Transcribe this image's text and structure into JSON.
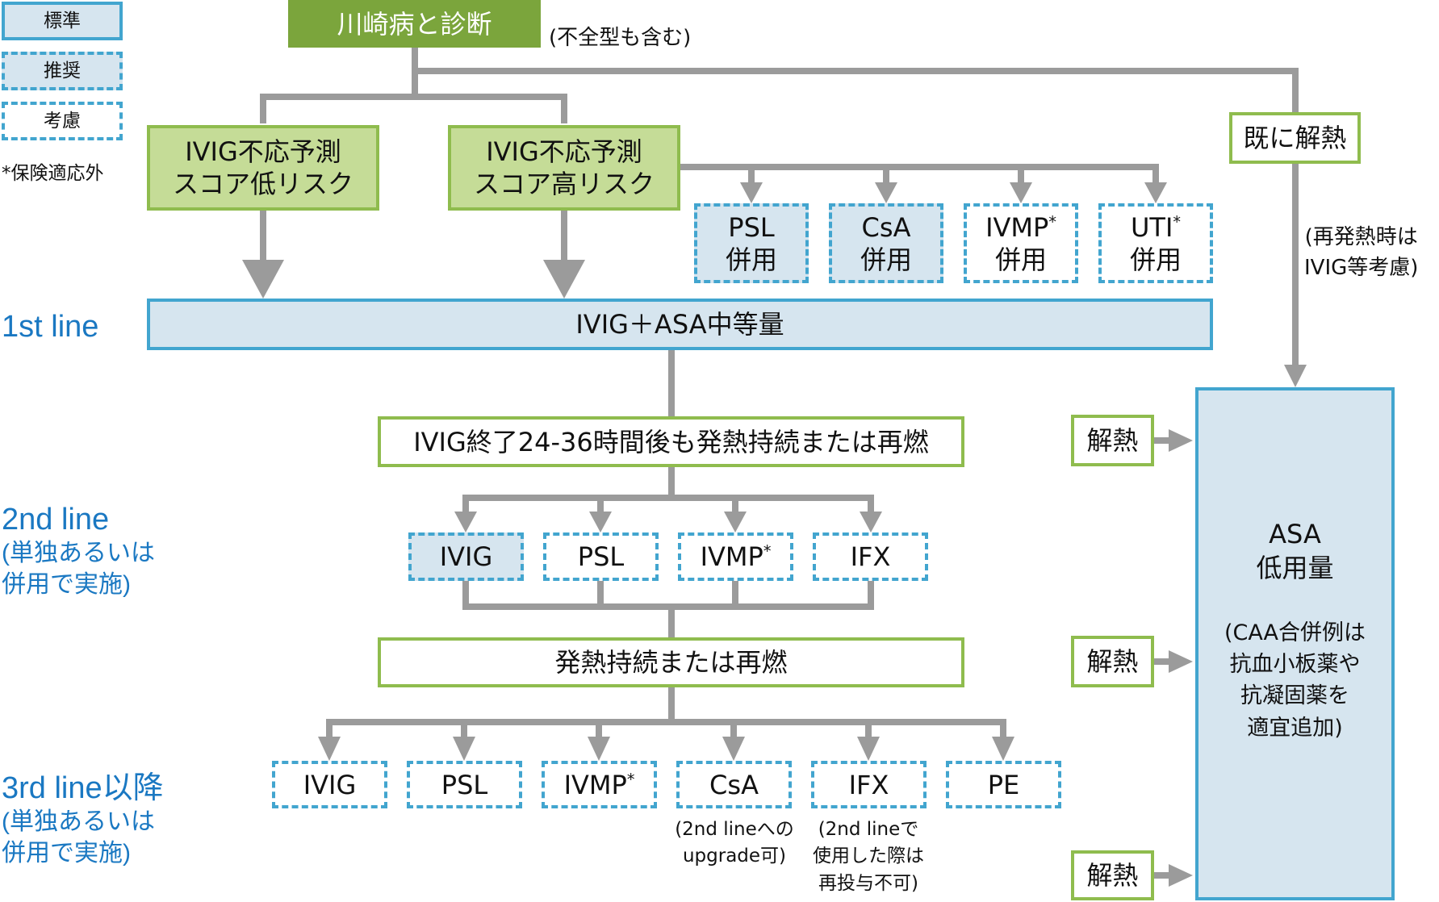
{
  "legend": {
    "standard": "標準",
    "recommended": "推奨",
    "consider": "考慮",
    "footnote": "*保険適応外"
  },
  "top": {
    "title": "川崎病と診断",
    "note": "(不全型も含む)"
  },
  "risk": {
    "low": [
      "IVIG不応予測",
      "スコア低リスク"
    ],
    "high": [
      "IVIG不応予測",
      "スコア高リスク"
    ]
  },
  "combo_options": [
    {
      "name": "PSL",
      "sub": "併用",
      "asterisk": "",
      "level": "recommended"
    },
    {
      "name": "CsA",
      "sub": "併用",
      "asterisk": "",
      "level": "recommended"
    },
    {
      "name": "IVMP",
      "sub": "併用",
      "asterisk": "*",
      "level": "consider"
    },
    {
      "name": "UTI",
      "sub": "併用",
      "asterisk": "*",
      "level": "consider"
    }
  ],
  "lines": {
    "first": {
      "label": "1st line"
    },
    "second": {
      "label": "2nd line",
      "sub": [
        "(単独あるいは",
        "併用で実施)"
      ]
    },
    "third": {
      "label": "3rd line以降",
      "sub": [
        "(単独あるいは",
        "併用で実施)"
      ]
    }
  },
  "first_line_treatment": "IVIG＋ASA中等量",
  "already_afebrile": "既に解熱",
  "refever_note": [
    "(再発熱時は",
    "IVIG等考慮)"
  ],
  "fever_persist_1": "IVIG終了24-36時間後も発熱持続または再燃",
  "fever_persist_2": "発熱持続または再燃",
  "afebrile_label": "解熱",
  "second_line_options": [
    {
      "name": "IVIG",
      "asterisk": "",
      "level": "recommended"
    },
    {
      "name": "PSL",
      "asterisk": "",
      "level": "consider"
    },
    {
      "name": "IVMP",
      "asterisk": "*",
      "level": "consider"
    },
    {
      "name": "IFX",
      "asterisk": "",
      "level": "consider"
    }
  ],
  "third_line_options": [
    {
      "name": "IVIG",
      "asterisk": "",
      "level": "consider"
    },
    {
      "name": "PSL",
      "asterisk": "",
      "level": "consider"
    },
    {
      "name": "IVMP",
      "asterisk": "*",
      "level": "consider"
    },
    {
      "name": "CsA",
      "asterisk": "",
      "level": "consider"
    },
    {
      "name": "IFX",
      "asterisk": "",
      "level": "consider"
    },
    {
      "name": "PE",
      "asterisk": "",
      "level": "consider"
    }
  ],
  "csa_note": [
    "(2nd lineへの",
    "upgrade可)"
  ],
  "ifx_note": [
    "(2nd lineで",
    "使用した際は",
    "再投与不可)"
  ],
  "asa_box": {
    "title": [
      "ASA",
      "低用量"
    ],
    "note": [
      "(CAA合併例は",
      "抗血小板薬や",
      "抗凝固薬を",
      "適宜追加)"
    ]
  },
  "colors": {
    "top_green": "#7ba53c",
    "light_green_fill": "#c5dc97",
    "green_border": "#8fbc4e",
    "blue_border": "#42a5cf",
    "blue_fill": "#d6e5ef",
    "label_blue": "#1a78c2",
    "arrow_gray": "#9b9b9b"
  }
}
